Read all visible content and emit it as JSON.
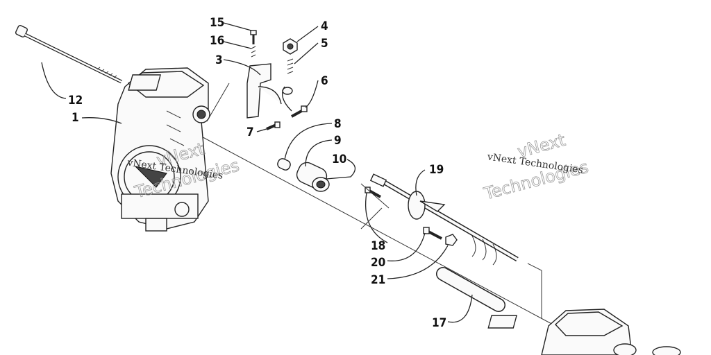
{
  "callouts": [
    {
      "id": "c1",
      "label": "1"
    },
    {
      "id": "c3",
      "label": "3"
    },
    {
      "id": "c4",
      "label": "4"
    },
    {
      "id": "c5",
      "label": "5"
    },
    {
      "id": "c6",
      "label": "6"
    },
    {
      "id": "c7",
      "label": "7"
    },
    {
      "id": "c8",
      "label": "8"
    },
    {
      "id": "c9",
      "label": "9"
    },
    {
      "id": "c10",
      "label": "10"
    },
    {
      "id": "c12",
      "label": "12"
    },
    {
      "id": "c15",
      "label": "15"
    },
    {
      "id": "c16",
      "label": "16"
    },
    {
      "id": "c17",
      "label": "17"
    },
    {
      "id": "c18",
      "label": "18"
    },
    {
      "id": "c19",
      "label": "19"
    },
    {
      "id": "c20",
      "label": "20"
    },
    {
      "id": "c21",
      "label": "21"
    }
  ],
  "watermarks": {
    "left_line1": "vNext Technologies",
    "left_outline_top": "vNext",
    "left_outline_bottom": "Technologies",
    "right_line1": "vNext Technologies",
    "right_outline_top": "vNext",
    "right_outline_bottom": "Technologies"
  }
}
